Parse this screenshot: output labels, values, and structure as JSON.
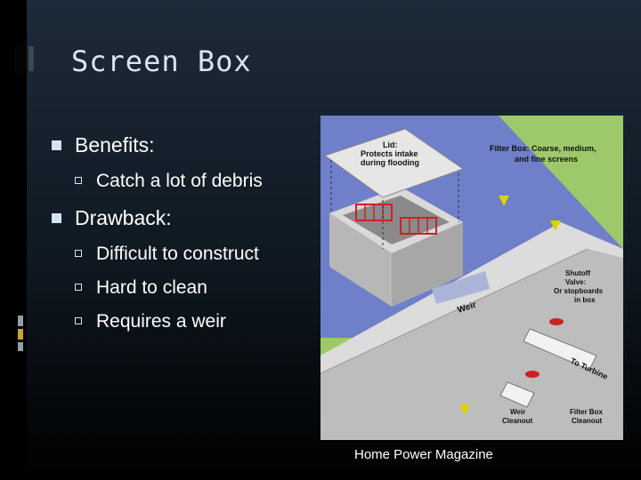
{
  "slide": {
    "title": "Screen Box",
    "bullets": [
      {
        "label": "Benefits:",
        "sub": [
          "Catch a lot of debris"
        ]
      },
      {
        "label": "Drawback:",
        "sub": [
          "Difficult to construct",
          "Hard to clean",
          "Requires a weir"
        ]
      }
    ]
  },
  "figure": {
    "lid_label": [
      "Lid:",
      "Protects intake",
      "during flooding"
    ],
    "filter_box_label": [
      "Filter Box: Coarse, medium,",
      "and fine screens"
    ],
    "shutoff_label": [
      "Shutoff",
      "Valve:",
      "Or stopboards",
      "in box"
    ],
    "weir_label": "Weir",
    "to_turbine_label": "To Turbine",
    "weir_cleanout_label": [
      "Weir",
      "Cleanout"
    ],
    "filter_cleanout_label": [
      "Filter Box",
      "Cleanout"
    ],
    "caption": "Home Power Magazine"
  },
  "colors": {
    "water": "#6f7fc9",
    "grass": "#9ec96a",
    "concrete": "#c6c6c6",
    "accent": "#cc2222"
  }
}
